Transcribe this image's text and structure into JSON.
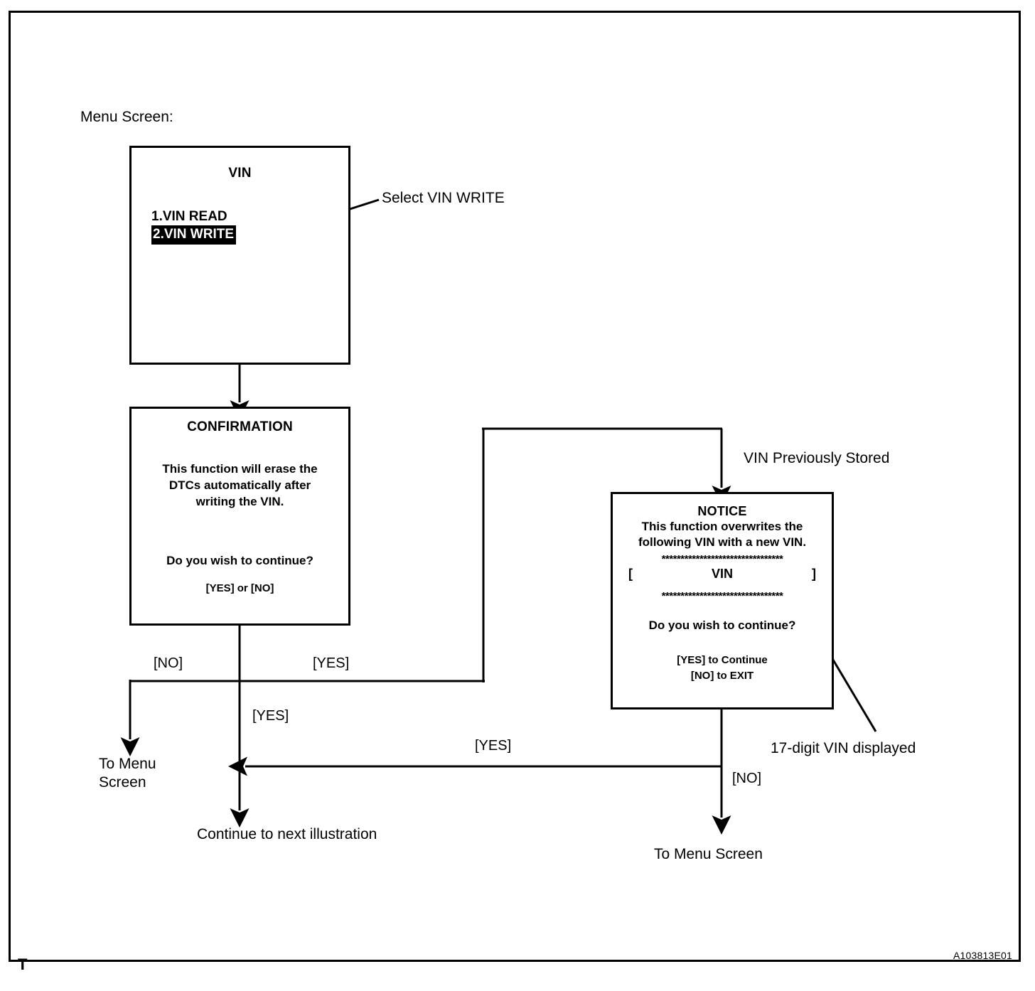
{
  "figure": {
    "corner_mark": "T",
    "figure_id": "A103813E01"
  },
  "labels": {
    "menu_screen": "Menu Screen:",
    "select_vin_write": "Select VIN WRITE",
    "vin_previously_stored": "VIN Previously Stored",
    "seventeen_digit_vin": "17-digit VIN displayed",
    "to_menu_screen_left": "To Menu\nScreen",
    "to_menu_screen_left_line1": "To Menu",
    "to_menu_screen_left_line2": "Screen",
    "continue_next_illustration": "Continue to next illustration",
    "to_menu_screen_right": "To Menu Screen"
  },
  "flow_labels": {
    "no_left": "[NO]",
    "yes_top": "[YES]",
    "yes_middle": "[YES]",
    "yes_return": "[YES]",
    "no_right": "[NO]"
  },
  "vin_menu_screen": {
    "title": "VIN",
    "items": [
      {
        "label": "1.VIN READ",
        "selected": false
      },
      {
        "label": "2.VIN WRITE",
        "selected": true
      }
    ]
  },
  "confirmation_screen": {
    "title": "CONFIRMATION",
    "message_line1": "This function will erase the",
    "message_line2": "DTCs automatically after",
    "message_line3": "writing the VIN.",
    "question": "Do you wish to continue?",
    "keys": "[YES] or [NO]"
  },
  "notice_screen": {
    "title": "NOTICE",
    "message_line1": "This function overwrites the",
    "message_line2": "following VIN with a new VIN.",
    "separator_top": "********************************",
    "separator_bottom": "********************************",
    "bracket_left": "[",
    "vin_placeholder": "VIN",
    "bracket_right": "]",
    "question": "Do you wish to continue?",
    "key_yes": "[YES] to Continue",
    "key_no": "[NO] to EXIT"
  },
  "colors": {
    "line": "#000000",
    "background": "#ffffff",
    "highlight_bg": "#000000",
    "highlight_fg": "#ffffff"
  }
}
